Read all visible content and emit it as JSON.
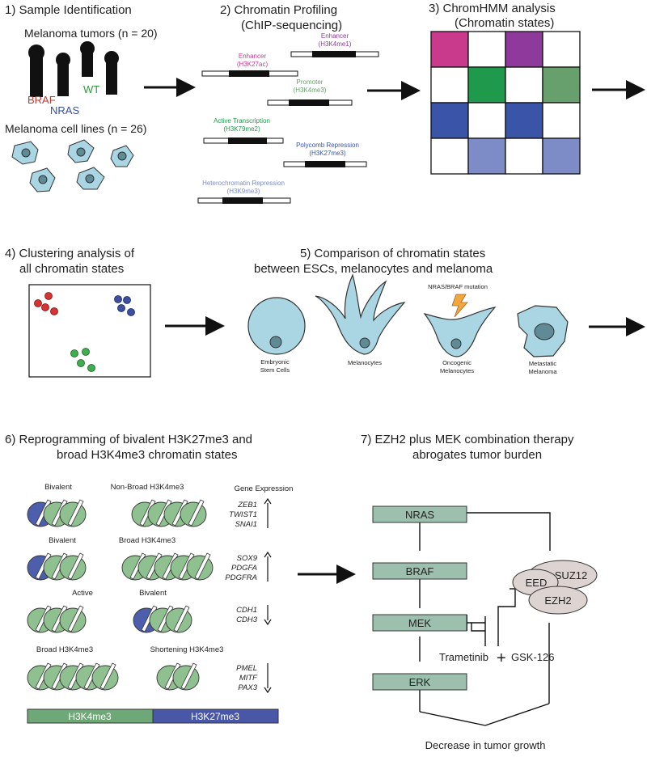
{
  "colors": {
    "braf": "#c0392b",
    "nras": "#3a4fa0",
    "wt": "#2e9a3e",
    "magenta": "#c93a8d",
    "purple": "#8e3a9a",
    "green": "#1f9a4c",
    "sage": "#67a06c",
    "blue": "#3a54a8",
    "lightblue": "#7d8cc6",
    "cell_fill": "#a9d6e2",
    "nuc_fill": "#5e8b96",
    "nuc_green": "#8fc08f",
    "nuc_blue": "#4d5eac",
    "path_fill": "#9dbfae",
    "ezh_fill": "#ddd3d0",
    "bar_green": "#6ea877",
    "bar_blue": "#4a57a6"
  },
  "panel1": {
    "title": "1)  Sample Identification",
    "tumors_label": "Melanoma tumors (n = 20)",
    "braf": "BRAF",
    "nras": "NRAS",
    "wt": "WT",
    "cell_lines_label": "Melanoma cell lines (n = 26)"
  },
  "panel2": {
    "title_line1": "2)  Chromatin Profiling",
    "title_line2": "(ChIP-sequencing)",
    "tracks": [
      {
        "name": "Enhancer",
        "mark": "(H3K27ac)",
        "color": "#c93a8d"
      },
      {
        "name": "Enhancer",
        "mark": "(H3K4me1)",
        "color": "#8e3a9a"
      },
      {
        "name": "Promoter",
        "mark": "(H3K4me3)",
        "color": "#67a06c"
      },
      {
        "name": "Active Transcription",
        "mark": "(H3K79me2)",
        "color": "#1f9a4c"
      },
      {
        "name": "Polycomb Repression",
        "mark": "(H3K27me3)",
        "color": "#3a54a8"
      },
      {
        "name": "Heterochromatin Repression",
        "mark": "(H3K9me3)",
        "color": "#7d8cc6"
      }
    ]
  },
  "panel3": {
    "title_line1": "3)  ChromHMM analysis",
    "title_line2": "(Chromatin states)",
    "grid": [
      [
        "#c93a8d",
        "",
        "#8e3a9a",
        ""
      ],
      [
        "",
        "#1f9a4c",
        "",
        "#67a06c"
      ],
      [
        "#3a54a8",
        "",
        "#3a54a8",
        ""
      ],
      [
        "",
        "#7d8cc6",
        "",
        "#7d8cc6"
      ]
    ]
  },
  "panel4": {
    "title_line1": "4)  Clustering analysis of",
    "title_line2": "all chromatin states"
  },
  "panel5": {
    "title_line1": "5)  Comparison of chromatin states",
    "title_line2": "between ESCs, melanocytes and melanoma",
    "mutation_label": "NRAS/BRAF mutation",
    "cells": [
      {
        "line1": "Embryonic",
        "line2": "Stem Cells"
      },
      {
        "line1": "Melanocytes",
        "line2": ""
      },
      {
        "line1": "Oncogenic",
        "line2": "Melanocytes"
      },
      {
        "line1": "Metastatic",
        "line2": "Melanoma"
      }
    ]
  },
  "panel6": {
    "title_line1": "6)  Reprogramming of bivalent H3K27me3 and",
    "title_line2": "broad H3K4me3 chromatin states",
    "gene_expression_header": "Gene Expression",
    "rows": [
      {
        "left": "Bivalent",
        "right": "Non-Broad H3K4me3",
        "genes": [
          "ZEB1",
          "TWIST1",
          "SNAI1"
        ],
        "direction": "up"
      },
      {
        "left": "Bivalent",
        "right": "Broad H3K4me3",
        "genes": [
          "SOX9",
          "PDGFA",
          "PDGFRA"
        ],
        "direction": "up"
      },
      {
        "left": "Active",
        "right": "Bivalent",
        "genes": [
          "CDH1",
          "CDH3"
        ],
        "direction": "down"
      },
      {
        "left": "Broad H3K4me3",
        "right": "Shortening H3K4me3",
        "genes": [
          "PMEL",
          "MITF",
          "PAX3"
        ],
        "direction": "down"
      }
    ],
    "legend_h3k4me3": "H3K4me3",
    "legend_h3k27me3": "H3K27me3"
  },
  "panel7": {
    "title_line1": "7)  EZH2 plus MEK combination therapy",
    "title_line2": "abrogates tumor burden",
    "nras": "NRAS",
    "braf": "BRAF",
    "mek": "MEK",
    "erk": "ERK",
    "eed": "EED",
    "suz12": "SUZ12",
    "ezh2": "EZH2",
    "trametinib": "Trametinib",
    "plus": "+",
    "gsk126": "GSK-126",
    "outcome": "Decrease in tumor growth"
  }
}
